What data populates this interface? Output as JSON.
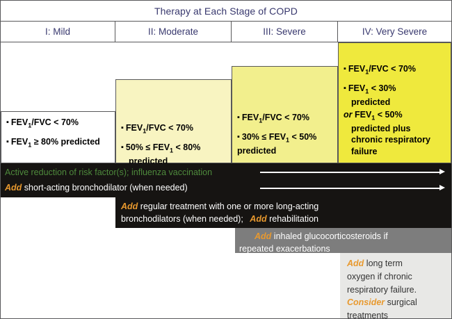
{
  "figure": {
    "title": "Therapy at Each Stage of COPD"
  },
  "stages": [
    {
      "label": "I: Mild",
      "color": "#ffffff"
    },
    {
      "label": "II: Moderate",
      "color": "#f8f4c1"
    },
    {
      "label": "III: Severe",
      "color": "#f2ef8d"
    },
    {
      "label": "IV: Very Severe",
      "color": "#efe93d"
    }
  ],
  "criteria": {
    "stage1": {
      "line1_pre": "FEV",
      "line1_sub": "1",
      "line1_post": "/FVC < 70%",
      "line2_pre": "FEV",
      "line2_sub": "1",
      "line2_post": " ≥ 80%",
      "line2_cont": "predicted"
    },
    "stage2": {
      "line1_pre": "FEV",
      "line1_sub": "1",
      "line1_post": "/FVC < 70%",
      "line2_pre": "50% ≤ FEV",
      "line2_sub": "1",
      "line2_post": " < 80%",
      "line2_cont": "predicted"
    },
    "stage3": {
      "line1_pre": "FEV",
      "line1_sub": "1",
      "line1_post": "/FVC < 70%",
      "line2_pre": "30% ≤ FEV",
      "line2_sub": "1",
      "line2_post": " < 50%",
      "line2_cont": "predicted"
    },
    "stage4": {
      "line1_pre": "FEV",
      "line1_sub": "1",
      "line1_post": "/FVC < 70%",
      "line2_pre": "FEV",
      "line2_sub": "1",
      "line2_post": " < 30%",
      "line2_cont": "predicted",
      "line3_or": "or",
      "line3_pre": " FEV",
      "line3_sub": "1",
      "line3_post": " < 50%",
      "line3_cont1": "predicted plus",
      "line3_cont2": "chronic respiratory",
      "line3_cont3": "failure"
    }
  },
  "therapy": {
    "risk_reduction": "Active reduction of risk factor(s); influenza vaccination",
    "short_acting_add": "Add",
    "short_acting_text": "short-acting bronchodilator (when needed)",
    "long_acting_add1": "Add",
    "long_acting_text1": "regular treatment with one or more long-acting",
    "long_acting_text2": "bronchodilators (when needed);",
    "long_acting_add2": "Add",
    "long_acting_text3": "rehabilitation",
    "ics_add": "Add",
    "ics_text1": "inhaled glucocorticosteroids if",
    "ics_text2": "repeated exacerbations",
    "oxygen_add": "Add",
    "oxygen_text1": "long term",
    "oxygen_text2": "oxygen if chronic",
    "oxygen_text3": "respiratory failure.",
    "oxygen_consider": "Consider",
    "oxygen_text4": "surgical",
    "oxygen_text5": "treatments"
  },
  "colors": {
    "title_text": "#38386e",
    "band_dark": "#161412",
    "band_gray": "#7d7d7d",
    "band_light_gray": "#e8e8e6",
    "green_text": "#4e8a3c",
    "orange_accent": "#e8992e",
    "stage4_yellow": "#efe93d",
    "stage3_yellow": "#f2ef8d",
    "stage2_yellow": "#f8f4c1"
  }
}
